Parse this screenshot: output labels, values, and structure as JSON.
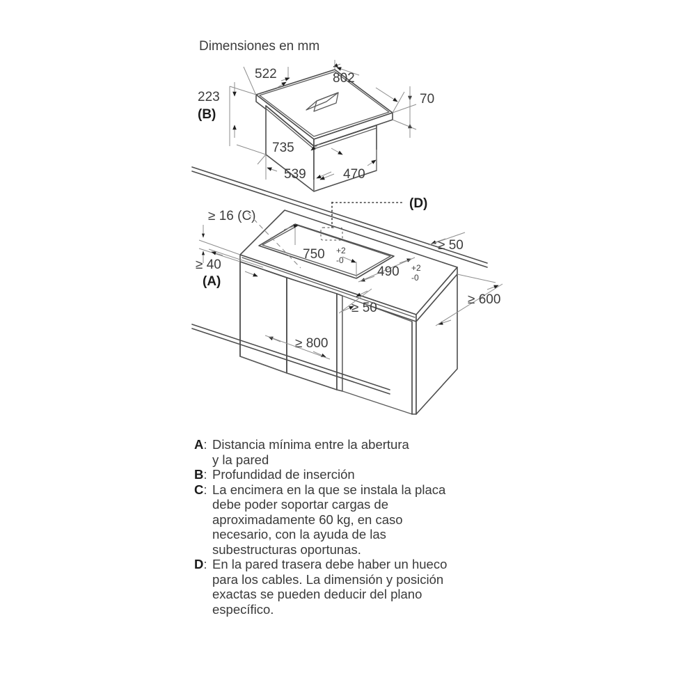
{
  "drawing": {
    "title": "Dimensiones en mm",
    "units": "mm",
    "appliance_dimensions": {
      "width_top": "802",
      "width_cutline": "522",
      "depth_left": "223",
      "depth_label": "(B)",
      "height_right": "70",
      "lower_width": "735",
      "lower_left": "539",
      "lower_right": "470"
    },
    "installation_dimensions": {
      "worktop_thickness": "≥ 16 (C)",
      "wall_distance": "≥ 40",
      "wall_distance_label": "(A)",
      "cutout_width": "750",
      "cutout_width_tol_plus": "+2",
      "cutout_width_tol_minus": "-0",
      "cutout_depth": "490",
      "cutout_depth_tol_plus": "+2",
      "cutout_depth_tol_minus": "-0",
      "front_margin": "≥ 50",
      "rear_margin": "≥ 50",
      "cabinet_depth": "≥ 600",
      "cabinet_width": "≥ 800",
      "cable_hole_label": "(D)"
    }
  },
  "legend": {
    "items": [
      {
        "key": "A",
        "colon": ":",
        "text": "Distancia mínima entre la abertura\ny la pared"
      },
      {
        "key": "B",
        "colon": ":",
        "text": "Profundidad de inserción"
      },
      {
        "key": "C",
        "colon": ":",
        "text": "La encimera en la que se instala la placa\ndebe poder soportar cargas de\naproximadamente 60 kg, en caso\nnecesario, con la ayuda de las\nsubestructuras oportunas."
      },
      {
        "key": "D",
        "colon": ":",
        "text": "En la pared trasera debe haber un hueco\npara los cables. La dimensión y posición\nexactas se pueden deducir del plano\nespecífico."
      }
    ]
  },
  "colors": {
    "background": "#ffffff",
    "line": "#4d4d4d",
    "thin_line": "#8d8d8d",
    "text": "#3c3c3c",
    "bold_text": "#1b1b1b"
  }
}
